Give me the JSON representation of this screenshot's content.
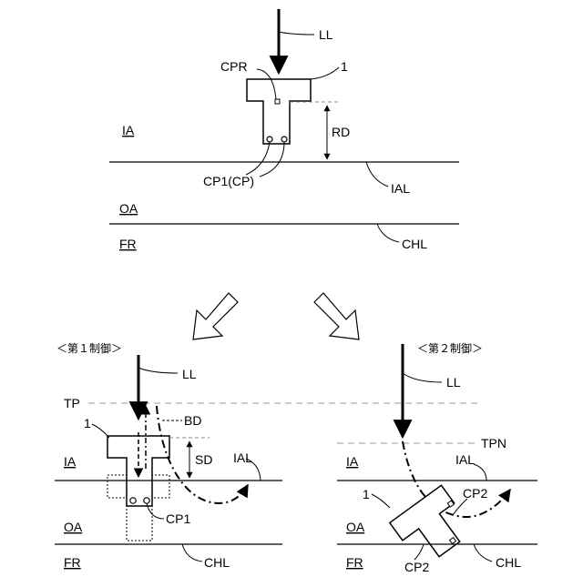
{
  "top": {
    "labels": {
      "ll": "LL",
      "cpr": "CPR",
      "robot_num": "1",
      "rd": "RD",
      "ia": "IA",
      "cp1cp": "CP1(CP)",
      "ial": "IAL",
      "oa": "OA",
      "fr": "FR",
      "chl": "CHL"
    }
  },
  "left": {
    "title": "＜第１制御＞",
    "labels": {
      "ll": "LL",
      "tp": "TP",
      "robot_num": "1",
      "bd": "BD",
      "sd": "SD",
      "ial": "IAL",
      "ia": "IA",
      "cp1": "CP1",
      "oa": "OA",
      "fr": "FR",
      "chl": "CHL"
    }
  },
  "right": {
    "title": "＜第２制御＞",
    "labels": {
      "ll": "LL",
      "tpn": "TPN",
      "ia": "IA",
      "ial": "IAL",
      "robot_num": "1",
      "cp2_top": "CP2",
      "oa": "OA",
      "fr": "FR",
      "cp2_bottom": "CP2",
      "chl": "CHL"
    }
  }
}
